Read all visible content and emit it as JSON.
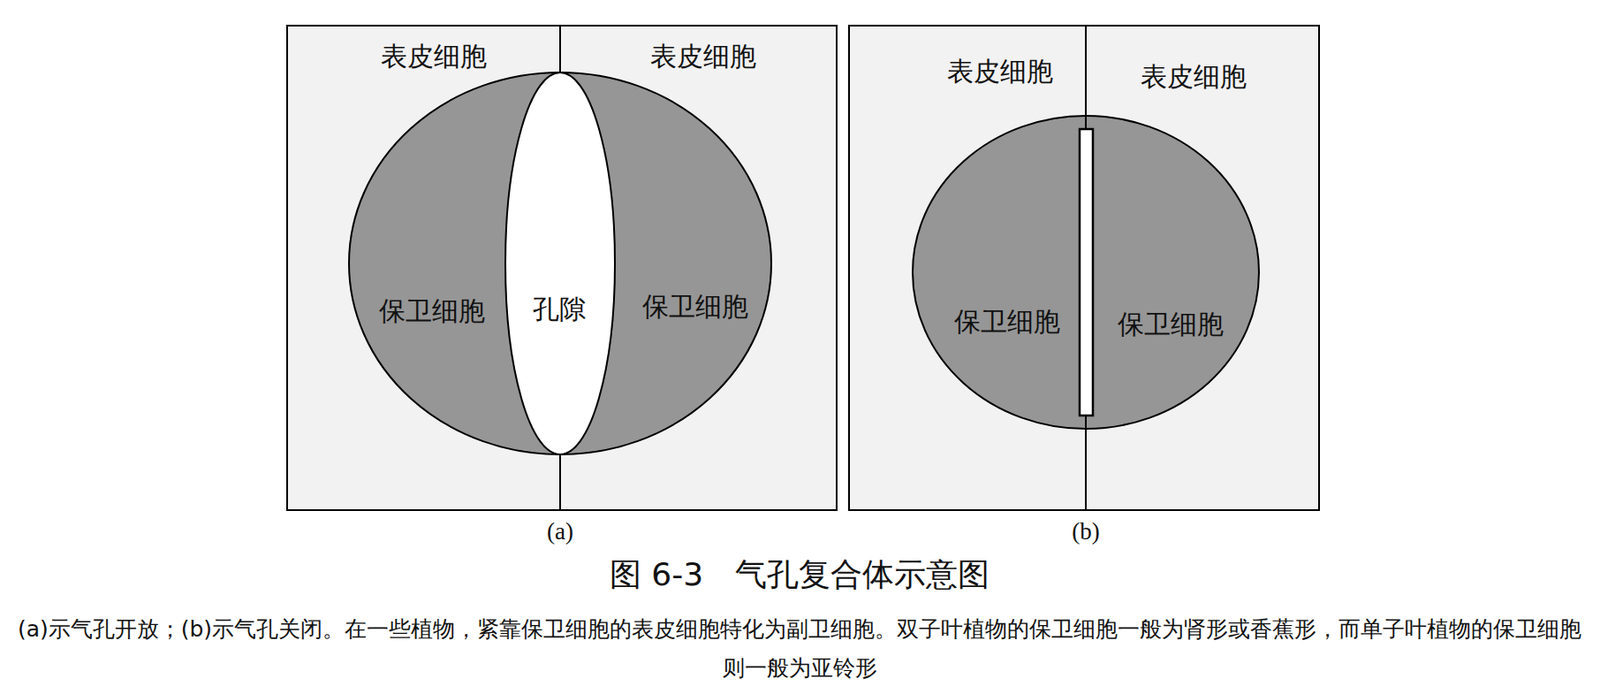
{
  "diagram": {
    "title": "图 6-3　气孔复合体示意图",
    "caption": "(a)示气孔开放；(b)示气孔关闭。在一些植物，紧靠保卫细胞的表皮细胞特化为副卫细胞。双子叶植物的保卫细胞一般为肾形或香蕉形，而单子叶植物的保卫细胞则一般为亚铃形",
    "labels": [
      "表皮细胞",
      "表皮细胞",
      "保卫细胞",
      "孔隙",
      "保卫细胞",
      "(a)",
      "表皮细胞",
      "表皮细胞",
      "保卫细胞",
      "保卫细胞",
      "(b)"
    ]
  }
}
